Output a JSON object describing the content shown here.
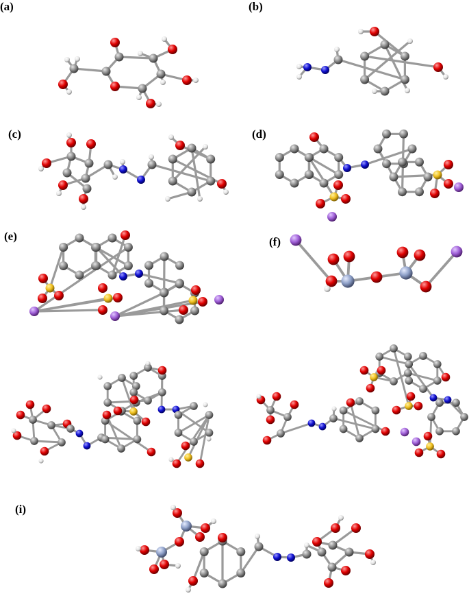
{
  "figure": {
    "panels": [
      {
        "id": "a",
        "label": "(a)"
      },
      {
        "id": "b",
        "label": "(b)"
      },
      {
        "id": "c",
        "label": "(c)"
      },
      {
        "id": "d",
        "label": "(d)"
      },
      {
        "id": "e",
        "label": "(e)"
      },
      {
        "id": "f",
        "label": "(f)"
      },
      {
        "id": "g",
        "label": ""
      },
      {
        "id": "h",
        "label": ""
      },
      {
        "id": "i",
        "label": "(i)"
      }
    ]
  },
  "colors": {
    "carbon": "#8c8c8c",
    "oxygen": "#e00000",
    "hydrogen": "#f2f2f2",
    "nitrogen": "#1010d0",
    "sulfur": "#f0c020",
    "sodium": "#a060d8",
    "boron": "#8ea0c8",
    "bond": "#9a9a9a",
    "label": "#000000"
  }
}
